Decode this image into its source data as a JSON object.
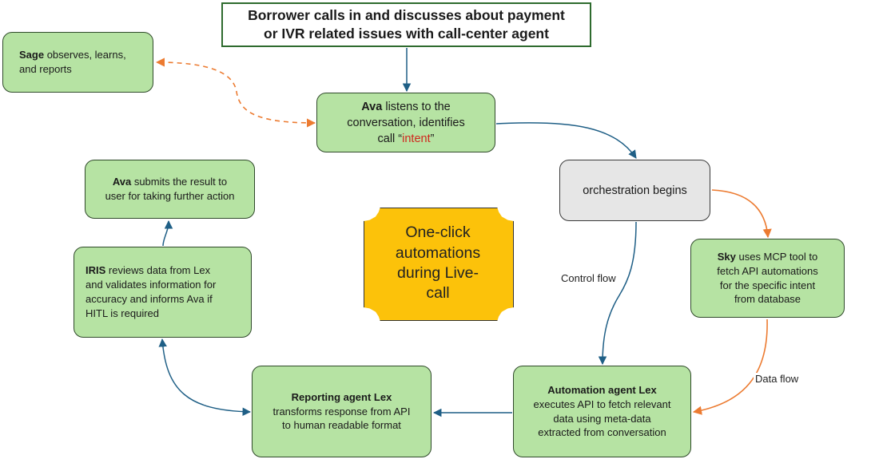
{
  "title": {
    "line1": "Borrower calls in and discusses about payment",
    "line2": "or IVR related issues with call-center agent"
  },
  "sage": {
    "name": "Sage",
    "rest1": " observes, learns,",
    "line2": "and reports"
  },
  "ava_listen": {
    "name": "Ava",
    "rest1": " listens to the",
    "line2": "conversation, identifies",
    "line3_pre": "call “",
    "intent": "intent",
    "line3_post": "”"
  },
  "orchestration": {
    "text": "orchestration begins"
  },
  "sky": {
    "name": "Sky",
    "rest1": " uses MCP tool to",
    "line2": "fetch API automations",
    "line3": "for the specific intent",
    "line4": "from database"
  },
  "automation": {
    "name": "Automation agent Lex",
    "line2": "executes API to fetch relevant",
    "line3": "data using meta-data",
    "line4": "extracted from conversation"
  },
  "reporting": {
    "name": "Reporting agent Lex",
    "line2": "transforms response from API",
    "line3": "to human readable format"
  },
  "iris": {
    "name": "IRIS",
    "rest1": " reviews data from Lex",
    "line2": "and validates information for",
    "line3": "accuracy and informs Ava if",
    "line4": "HITL is required"
  },
  "ava_submit": {
    "name": "Ava",
    "rest1": " submits the result to",
    "line2": "user for taking further action"
  },
  "center": {
    "line1": "One-click",
    "line2": "automations",
    "line3": "during Live-",
    "line4": "call"
  },
  "labels": {
    "control_flow": "Control flow",
    "data_flow": "Data flow"
  },
  "colors": {
    "control_flow": "#1f5f86",
    "data_flow": "#ec7b31",
    "box_fill": "#b6e3a3",
    "center_fill": "#fcc20a",
    "intent_text": "#d0281e"
  }
}
